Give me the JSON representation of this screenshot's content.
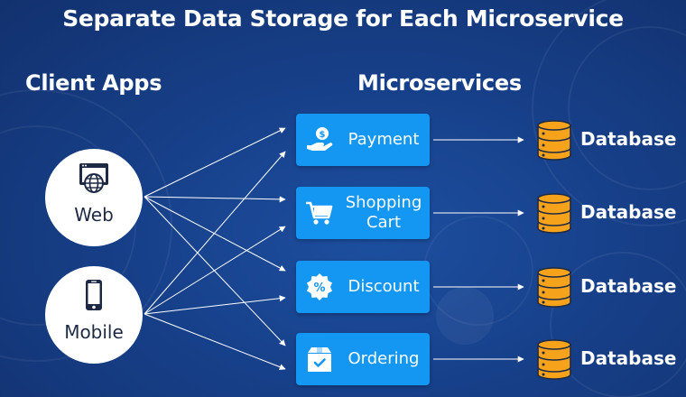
{
  "title": "Separate Data Storage for Each Microservice",
  "columns": {
    "clients": "Client Apps",
    "services": "Microservices"
  },
  "clients": [
    {
      "label": "Web",
      "icon": "globe-browser-icon"
    },
    {
      "label": "Mobile",
      "icon": "mobile-phone-icon"
    }
  ],
  "services": [
    {
      "label": "Payment",
      "icon": "hand-coin-icon"
    },
    {
      "label": "Shopping Cart",
      "icon": "shopping-cart-icon"
    },
    {
      "label": "Discount",
      "icon": "percent-badge-icon"
    },
    {
      "label": "Ordering",
      "icon": "package-check-icon"
    }
  ],
  "databases": [
    {
      "label": "Database"
    },
    {
      "label": "Database"
    },
    {
      "label": "Database"
    },
    {
      "label": "Database"
    }
  ],
  "colors": {
    "background": "#17408a",
    "service_box": "#1496f3",
    "database": "#f6a21b",
    "connector": "#ffffff"
  }
}
